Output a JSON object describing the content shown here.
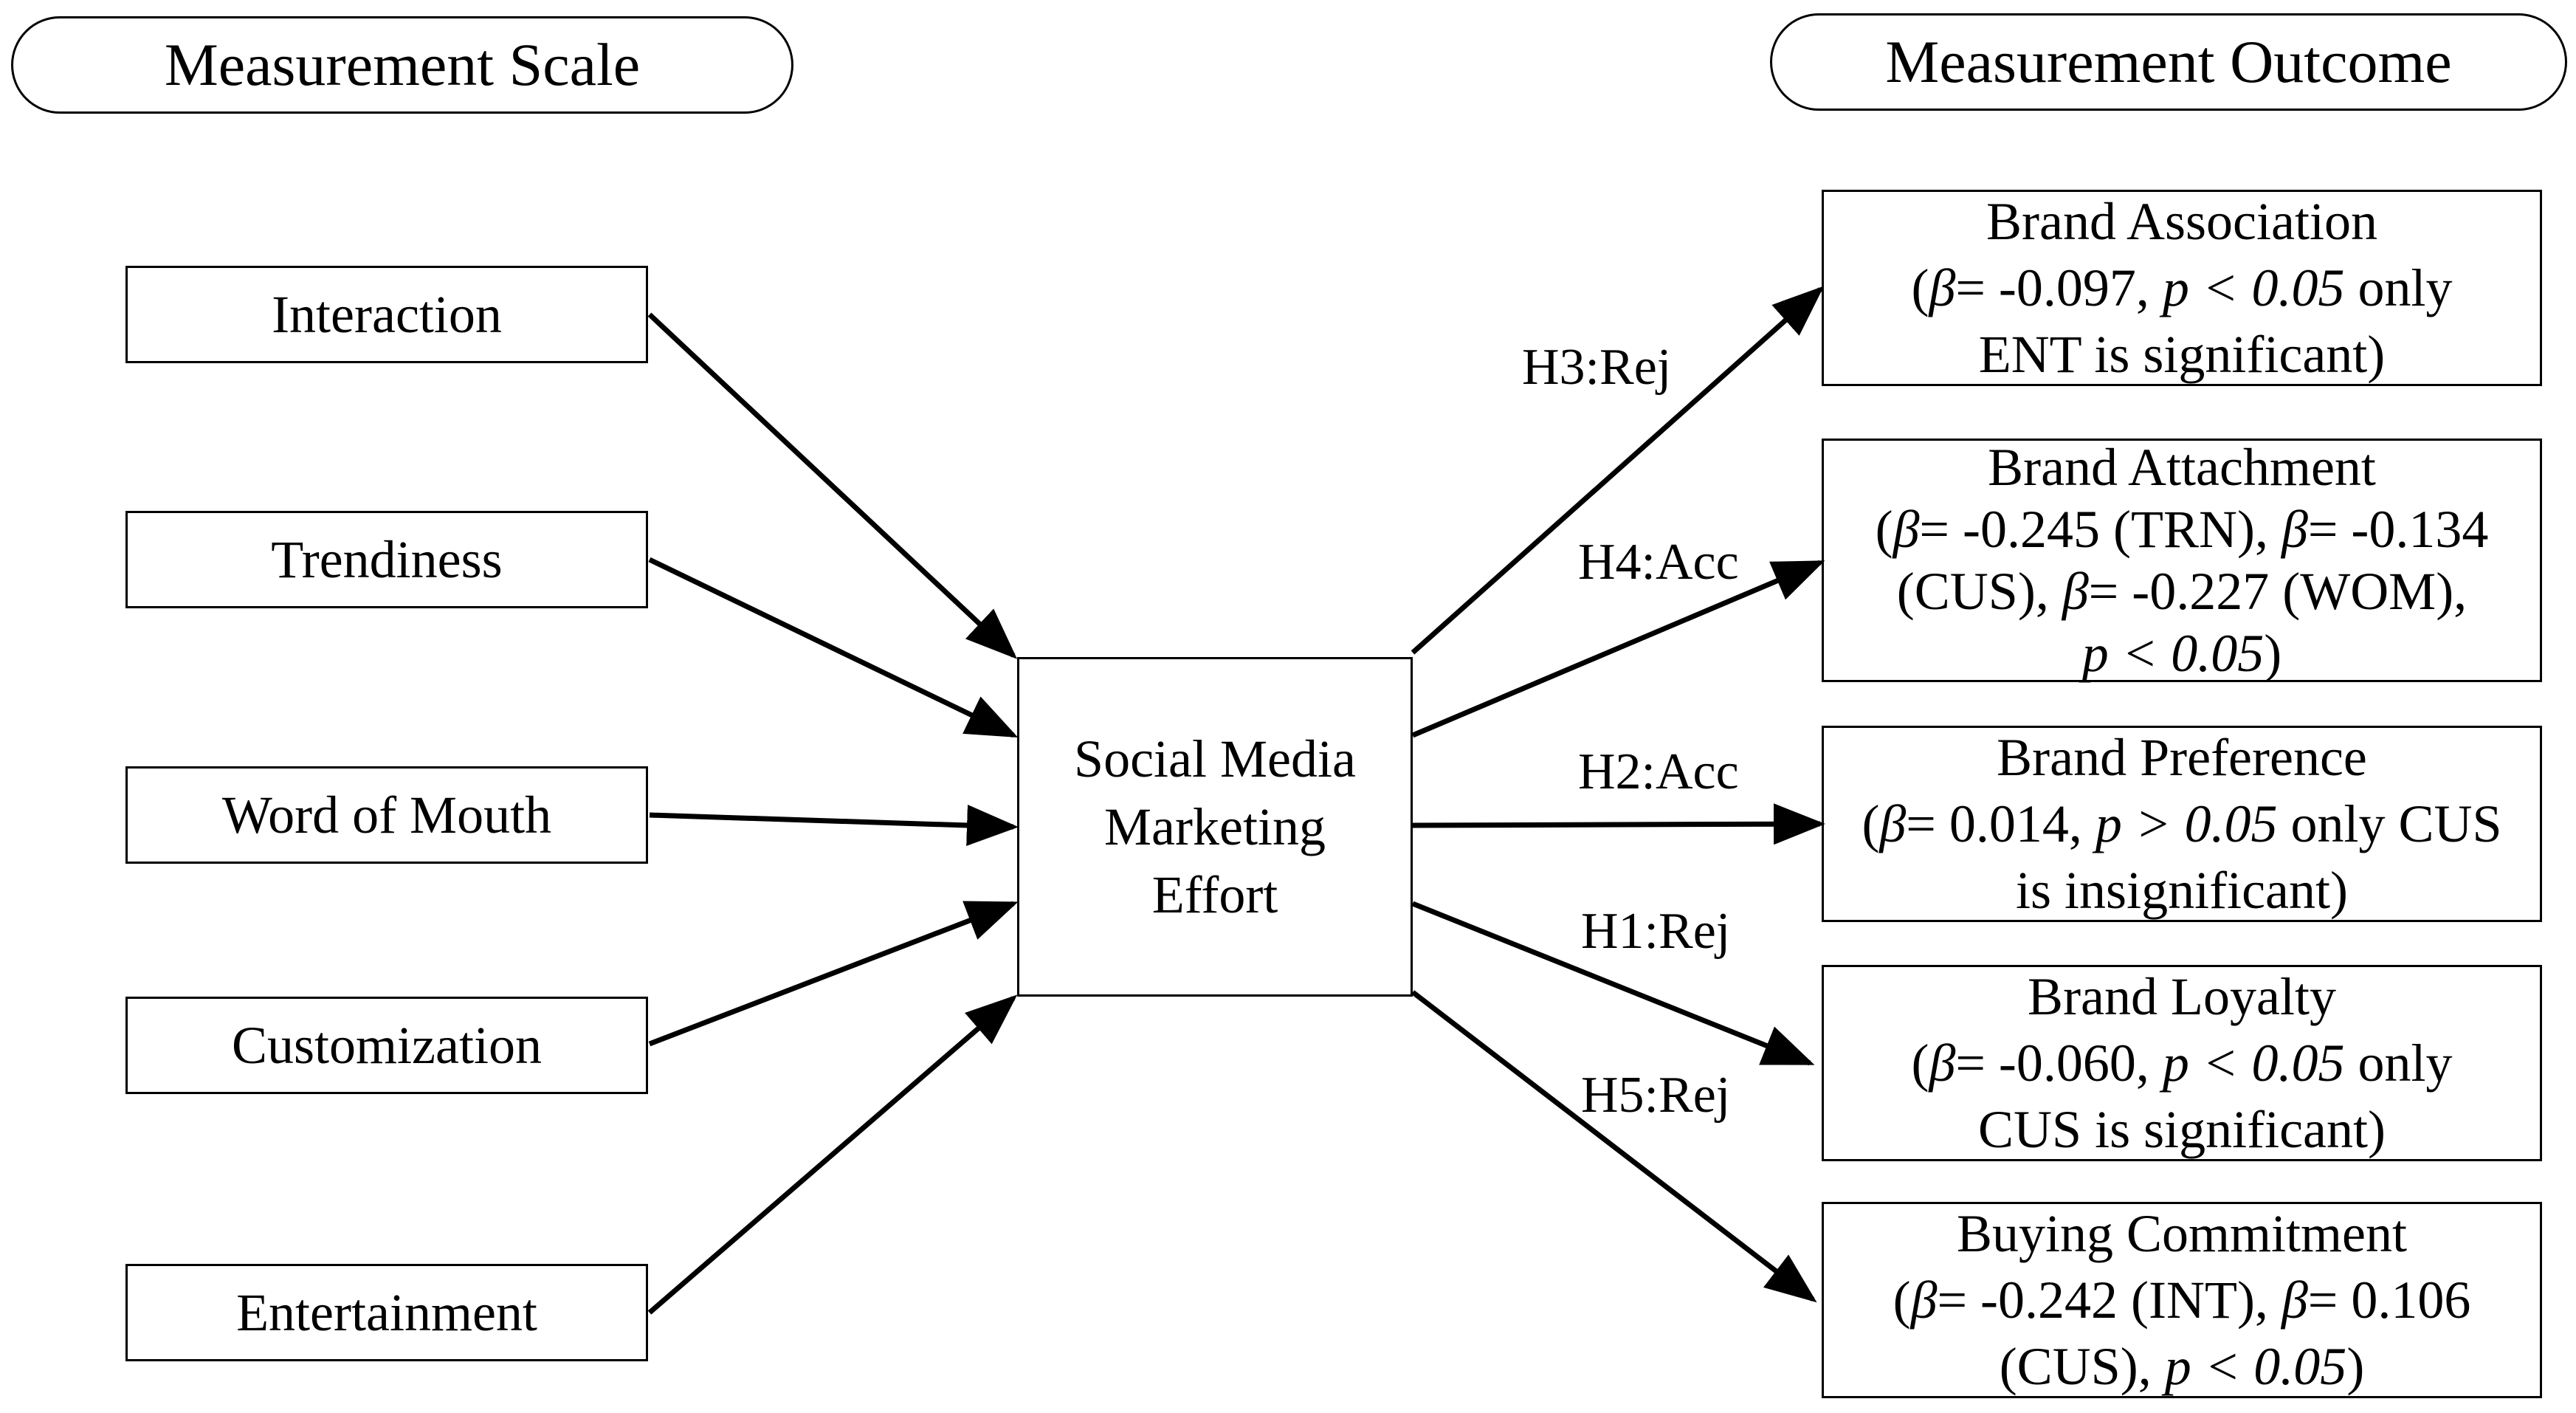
{
  "headers": {
    "left": "Measurement Scale",
    "right": "Measurement Outcome"
  },
  "scale_items": [
    "Interaction",
    "Trendiness",
    "Word of Mouth",
    "Customization",
    "Entertainment"
  ],
  "center": [
    "Social Media",
    "Marketing",
    "Effort"
  ],
  "hypotheses": {
    "h3": "H3:Rej",
    "h4": "H4:Acc",
    "h2": "H2:Acc",
    "h1": "H1:Rej",
    "h5": "H5:Rej"
  },
  "outcomes": {
    "assoc": {
      "title": "Brand Association",
      "l1a": "(",
      "b1": "β",
      "l1b": "= -0.097, ",
      "p1": "p < 0.05",
      "l1c": " only",
      "l2": "ENT is significant)"
    },
    "attach": {
      "title": "Brand Attachment",
      "l1a": "(",
      "b1": "β",
      "l1b": "= -0.245 (TRN), ",
      "b2": "β",
      "l1c": "= -0.134",
      "l2a": "(CUS), ",
      "b3": "β",
      "l2b": "= -0.227 (WOM),",
      "p1": "p < 0.05",
      "l3b": ")"
    },
    "pref": {
      "title": "Brand Preference",
      "l1a": "(",
      "b1": "β",
      "l1b": "= 0.014, ",
      "p1": "p > 0.05",
      "l1c": " only CUS",
      "l2": "is insignificant)"
    },
    "loyal": {
      "title": "Brand Loyalty",
      "l1a": "(",
      "b1": "β",
      "l1b": "= -0.060, ",
      "p1": "p < 0.05",
      "l1c": " only",
      "l2": "CUS is significant)"
    },
    "buy": {
      "title": "Buying Commitment",
      "l1a": "(",
      "b1": "β",
      "l1b": "= -0.242 (INT), ",
      "b2": "β",
      "l1c": "= 0.106",
      "l2a": "(CUS), ",
      "p1": "p < 0.05",
      "l2b": ")"
    }
  }
}
